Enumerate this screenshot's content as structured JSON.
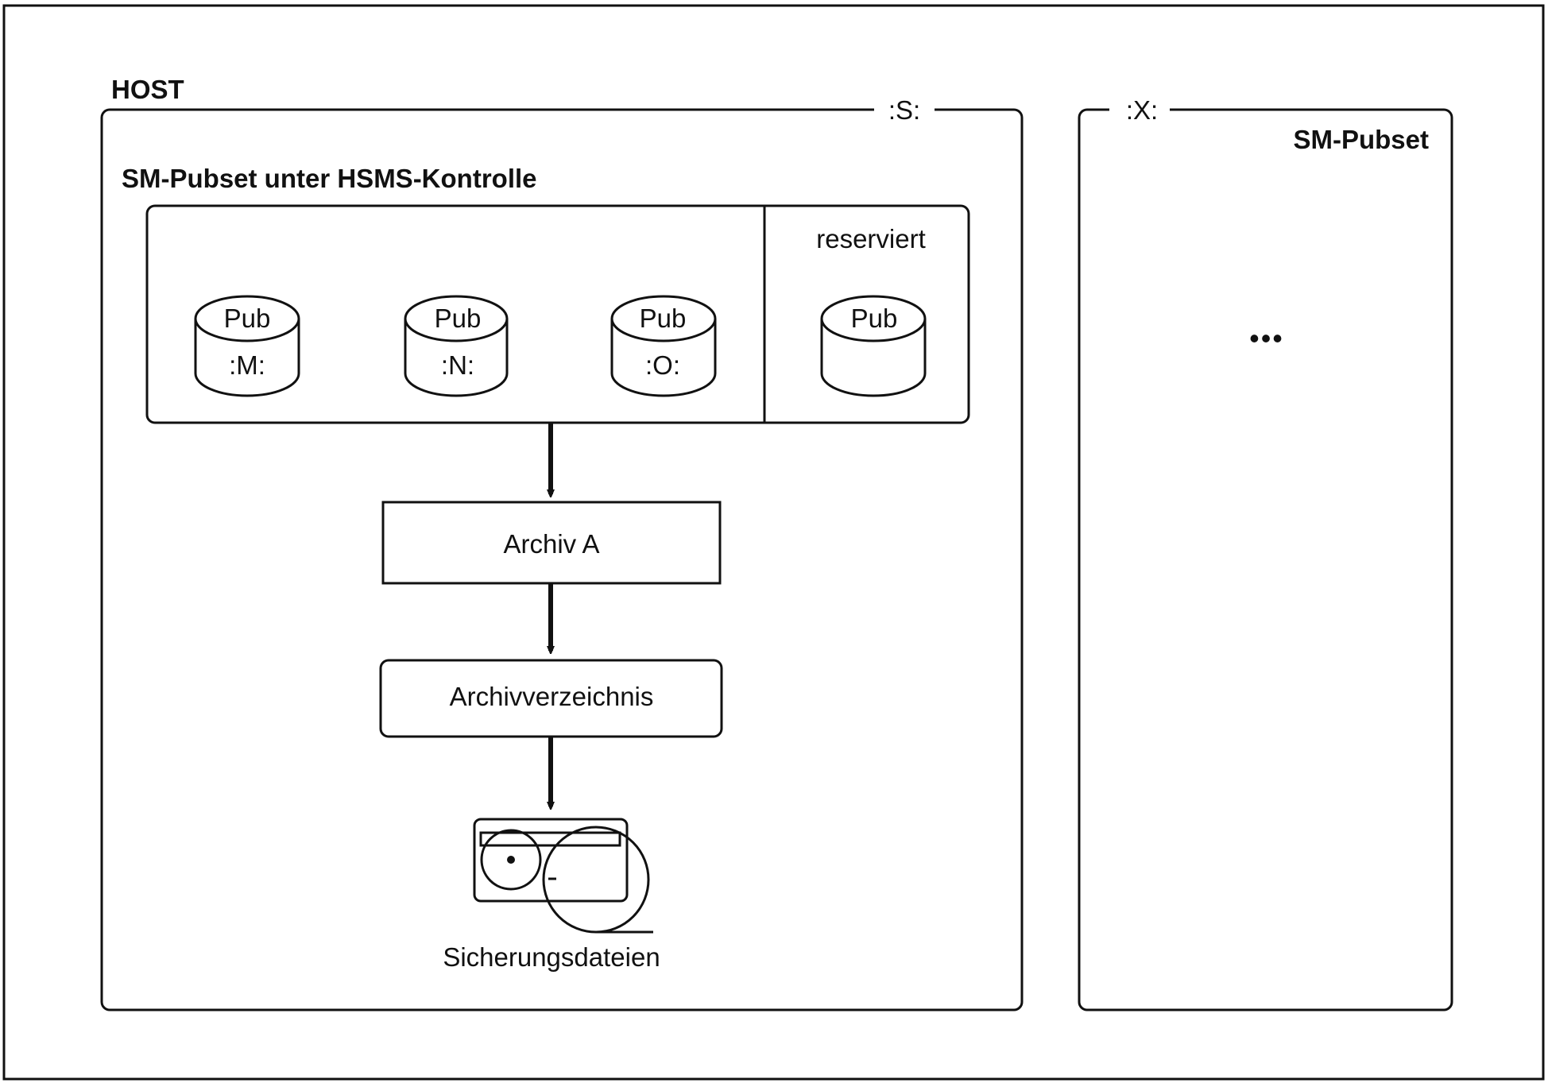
{
  "host_label": "HOST",
  "host_pubset_id": ":S:",
  "host_pubset_title": "SM-Pubset unter HSMS-Kontrolle",
  "reserved_label": "reserviert",
  "volumes": [
    {
      "type": "Pub",
      "id": ":M:"
    },
    {
      "type": "Pub",
      "id": ":N:"
    },
    {
      "type": "Pub",
      "id": ":O:"
    }
  ],
  "reserved_volume": {
    "type": "Pub"
  },
  "archive_label": "Archiv A",
  "directory_label": "Archivverzeichnis",
  "backup_label": "Sicherungsdateien",
  "second_pubset_id": ":X:",
  "second_pubset_title": "SM-Pubset",
  "second_pubset_content": "•••"
}
